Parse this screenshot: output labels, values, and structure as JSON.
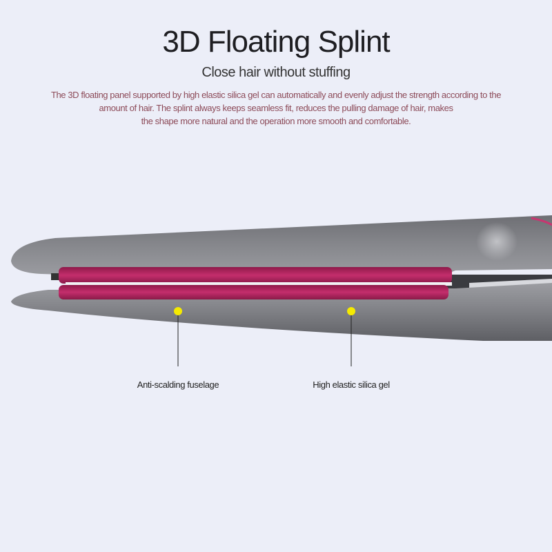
{
  "header": {
    "title": "3D Floating Splint",
    "subtitle": "Close hair without stuffing",
    "description_lines": [
      "The 3D floating panel supported by high elastic silica gel can automatically and evenly adjust the strength according to the",
      "amount of hair. The splint always keeps seamless fit, reduces the pulling damage of hair, makes",
      "the shape more natural and the operation more smooth and comfortable."
    ]
  },
  "callouts": [
    {
      "label": "Anti-scalding fuselage",
      "marker_color": "#f5ea00"
    },
    {
      "label": "High elastic silica gel",
      "marker_color": "#f5ea00"
    }
  ],
  "colors": {
    "background": "#eceef8",
    "body": "#7c7d82",
    "plate": "#b0245e",
    "description_text": "#8c4a58"
  }
}
